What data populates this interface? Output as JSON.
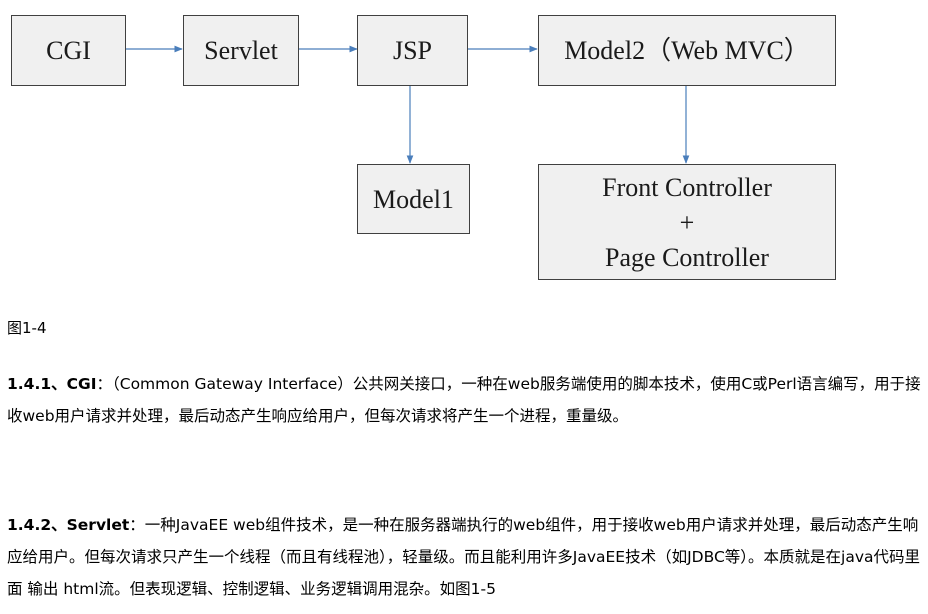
{
  "diagram": {
    "nodes": {
      "cgi": "CGI",
      "servlet": "Servlet",
      "jsp": "JSP",
      "model2": "Model2（Web MVC）",
      "model1": "Model1",
      "front_controller": "Front Controller",
      "plus": "+",
      "page_controller": "Page Controller"
    },
    "edges": [
      {
        "from": "CGI",
        "to": "Servlet"
      },
      {
        "from": "Servlet",
        "to": "JSP"
      },
      {
        "from": "JSP",
        "to": "Model2（Web MVC）"
      },
      {
        "from": "JSP",
        "to": "Model1"
      },
      {
        "from": "Model2（Web MVC）",
        "to": "Front Controller + Page Controller"
      }
    ],
    "colors": {
      "node_fill": "#f0f0f0",
      "node_border": "#404040",
      "arrow": "#4a7ebb"
    }
  },
  "caption": "图1-4",
  "sections": [
    {
      "heading": "1.4.1、CGI",
      "body": "：（Common Gateway Interface）公共网关接口，一种在web服务端使用的脚本技术，使用C或Perl语言编写，用于接收web用户请求并处理，最后动态产生响应给用户，但每次请求将产生一个进程，重量级。"
    },
    {
      "heading": "1.4.2、Servlet",
      "body": "：一种JavaEE web组件技术，是一种在服务器端执行的web组件，用于接收web用户请求并处理，最后动态产生响应给用户。但每次请求只产生一个线程（而且有线程池），轻量级。而且能利用许多JavaEE技术（如JDBC等）。本质就是在java代码里面 输出 html流。但表现逻辑、控制逻辑、业务逻辑调用混杂。如图1-5"
    }
  ]
}
